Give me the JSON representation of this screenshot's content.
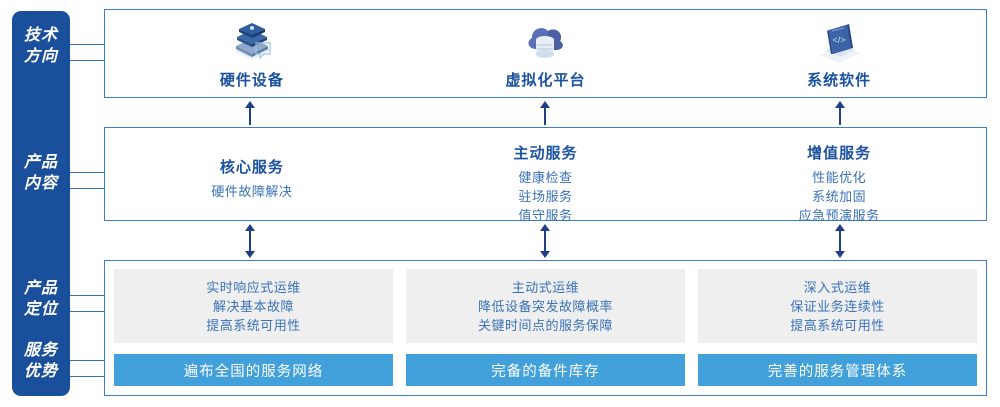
{
  "rail": {
    "items": [
      {
        "id": "tech-direction",
        "label": "技术\n方向"
      },
      {
        "id": "product-content",
        "label": "产品\n内容"
      },
      {
        "id": "product-position",
        "label": "产品\n定位"
      },
      {
        "id": "service-advantage",
        "label": "服务\n优势"
      }
    ]
  },
  "colors": {
    "rail_blue": "#1a4f9c",
    "panel_border": "#3d7cc9",
    "title_blue": "#1c52a0",
    "text_blue": "#3a72b8",
    "bar_blue": "#42a0da",
    "card_gray": "#efefef",
    "arrow_navy": "#1f3f86"
  },
  "tech_section": {
    "columns": [
      {
        "icon": "server-stack-icon",
        "label": "硬件设备"
      },
      {
        "icon": "cloud-database-icon",
        "label": "虚拟化平台"
      },
      {
        "icon": "code-laptop-icon",
        "label": "系统软件"
      }
    ]
  },
  "content_section": {
    "columns": [
      {
        "title": "核心服务",
        "items": [
          "硬件故障解决"
        ]
      },
      {
        "title": "主动服务",
        "items": [
          "健康检查",
          "驻场服务",
          "值守服务"
        ]
      },
      {
        "title": "增值服务",
        "items": [
          "性能优化",
          "系统加固",
          "应急预演服务"
        ]
      }
    ]
  },
  "bottom_section": {
    "columns": [
      {
        "positioning": [
          "实时响应式运维",
          "解决基本故障",
          "提高系统可用性"
        ],
        "advantage": "遍布全国的服务网络"
      },
      {
        "positioning": [
          "主动式运维",
          "降低设备突发故障概率",
          "关键时间点的服务保障"
        ],
        "advantage": "完备的备件库存"
      },
      {
        "positioning": [
          "深入式运维",
          "保证业务连续性",
          "提高系统可用性"
        ],
        "advantage": "完善的服务管理体系"
      }
    ]
  },
  "arrows": {
    "tech_to_content": "up-arrow",
    "content_to_bottom": "double-arrow"
  }
}
